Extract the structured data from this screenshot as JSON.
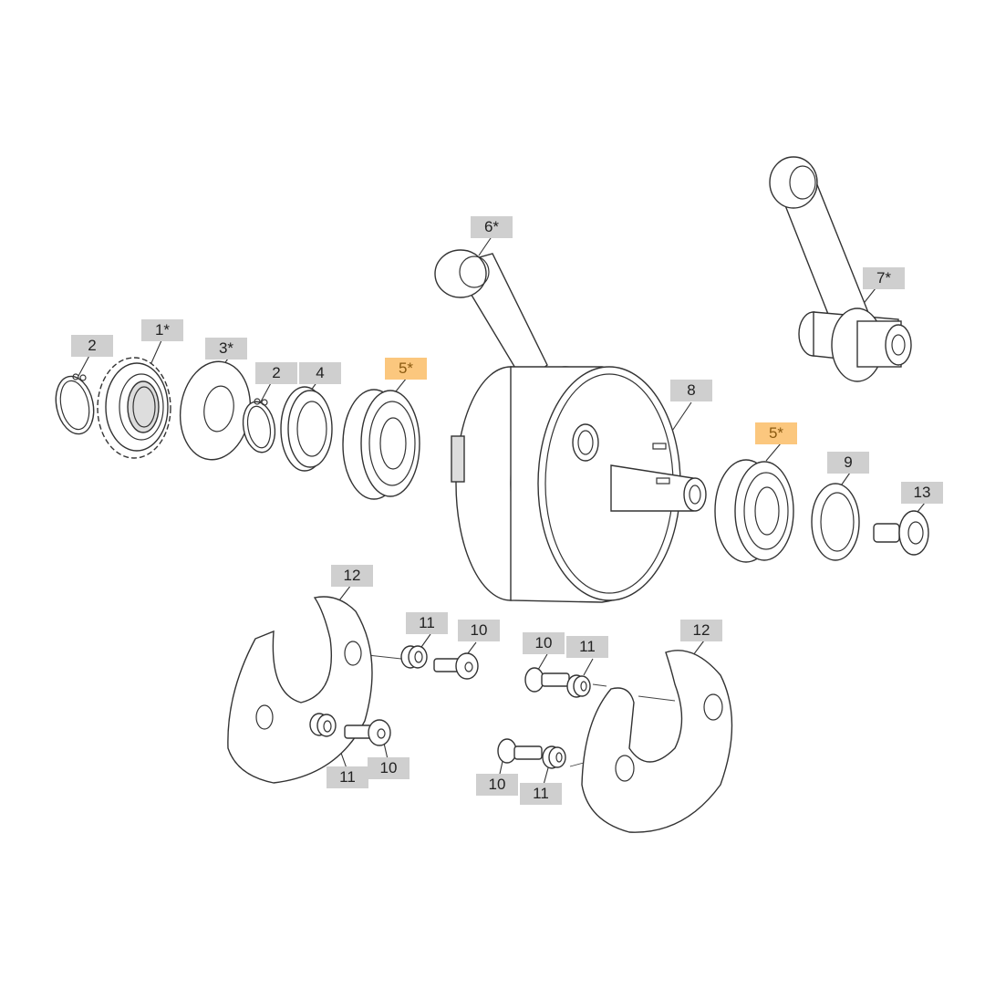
{
  "diagram": {
    "type": "exploded-parts-diagram",
    "subject": "crankshaft assembly",
    "colors": {
      "label_bg": "#cfcfcf",
      "highlight_bg": "#fbc77e",
      "line": "#333333",
      "background": "#ffffff"
    },
    "callouts": [
      {
        "id": "c2a",
        "text": "2",
        "highlighted": false
      },
      {
        "id": "c1",
        "text": "1*",
        "highlighted": false
      },
      {
        "id": "c3",
        "text": "3*",
        "highlighted": false
      },
      {
        "id": "c2b",
        "text": "2",
        "highlighted": false
      },
      {
        "id": "c4",
        "text": "4",
        "highlighted": false
      },
      {
        "id": "c5a",
        "text": "5*",
        "highlighted": true
      },
      {
        "id": "c6",
        "text": "6*",
        "highlighted": false
      },
      {
        "id": "c7",
        "text": "7*",
        "highlighted": false
      },
      {
        "id": "c8",
        "text": "8",
        "highlighted": false
      },
      {
        "id": "c5b",
        "text": "5*",
        "highlighted": true
      },
      {
        "id": "c9",
        "text": "9",
        "highlighted": false
      },
      {
        "id": "c13",
        "text": "13",
        "highlighted": false
      },
      {
        "id": "c12a",
        "text": "12",
        "highlighted": false
      },
      {
        "id": "c11a",
        "text": "11",
        "highlighted": false
      },
      {
        "id": "c10a",
        "text": "10",
        "highlighted": false
      },
      {
        "id": "c11b",
        "text": "11",
        "highlighted": false
      },
      {
        "id": "c10b",
        "text": "10",
        "highlighted": false
      },
      {
        "id": "c10c",
        "text": "10",
        "highlighted": false
      },
      {
        "id": "c11c",
        "text": "11",
        "highlighted": false
      },
      {
        "id": "c12b",
        "text": "12",
        "highlighted": false
      },
      {
        "id": "c10d",
        "text": "10",
        "highlighted": false
      },
      {
        "id": "c11d",
        "text": "11",
        "highlighted": false
      }
    ]
  }
}
